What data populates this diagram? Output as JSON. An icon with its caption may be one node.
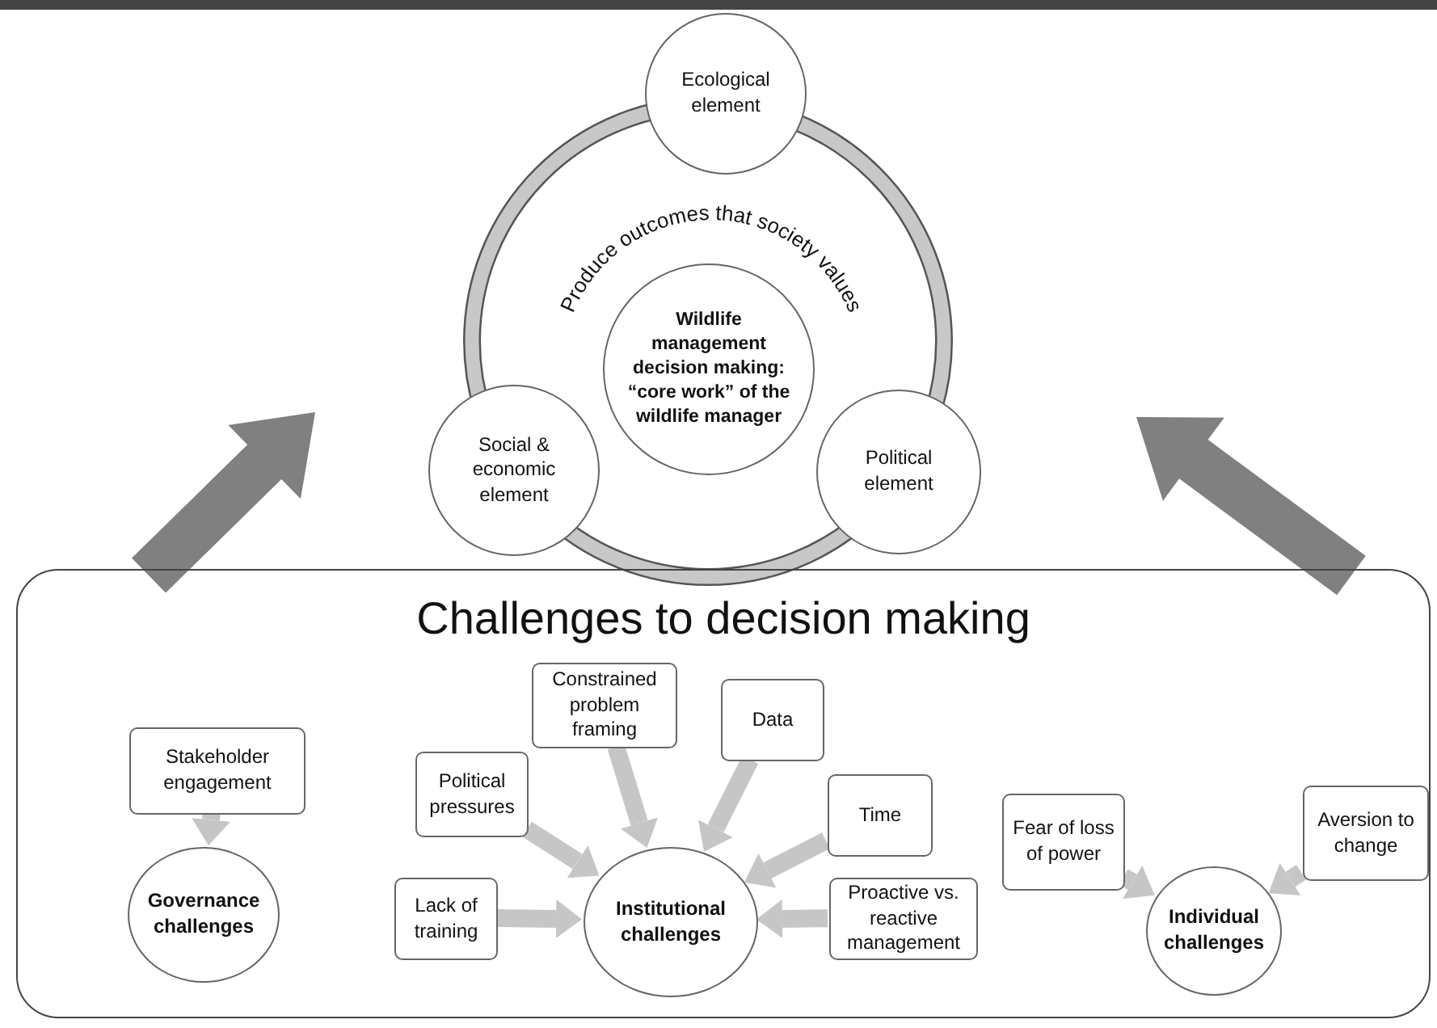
{
  "diagram": {
    "nodes": [
      {
        "text": [
          "Ecological element"
        ]
      },
      {
        "text": [
          "Wildlife management decision making: “core work” of the wildlife manager"
        ]
      },
      {
        "text": [
          "Social & economic element"
        ]
      },
      {
        "text": [
          "Political element"
        ]
      },
      {
        "text": [
          "Challenges to decision making"
        ]
      },
      {
        "text": [
          "Stakeholder engagement"
        ],
        "in": 4
      },
      {
        "text": [
          "Governance challenges"
        ],
        "in": 4
      },
      {
        "text": [
          "Political pressures"
        ],
        "in": 4
      },
      {
        "text": [
          "Constrained problem framing"
        ],
        "in": 4
      },
      {
        "text": [
          "Data"
        ],
        "in": 4
      },
      {
        "text": [
          "Time"
        ],
        "in": 4
      },
      {
        "text": [
          "Lack of training"
        ],
        "in": 4
      },
      {
        "text": [
          "Institutional challenges"
        ],
        "in": 4
      },
      {
        "text": [
          "Proactive vs. reactive management"
        ],
        "in": 4
      },
      {
        "text": [
          "Fear of loss of power"
        ],
        "in": 4
      },
      {
        "text": [
          "Aversion to change"
        ],
        "in": 4
      },
      {
        "text": [
          "Individual challenges"
        ],
        "in": 4
      }
    ],
    "edges": [
      {
        "from": 5,
        "to": 6,
        "arrow": "to"
      },
      {
        "from": 7,
        "to": 12,
        "arrow": "to"
      },
      {
        "from": 8,
        "to": 12,
        "arrow": "to"
      },
      {
        "from": 9,
        "to": 12,
        "arrow": "to"
      },
      {
        "from": 10,
        "to": 12,
        "arrow": "to"
      },
      {
        "from": 11,
        "to": 12,
        "arrow": "to"
      },
      {
        "from": 13,
        "to": 12,
        "arrow": "to"
      },
      {
        "from": 14,
        "to": 16,
        "arrow": "to"
      },
      {
        "from": 15,
        "to": 16,
        "arrow": "to"
      }
    ],
    "labels": [
      "Produce outcomes that society values"
    ]
  }
}
